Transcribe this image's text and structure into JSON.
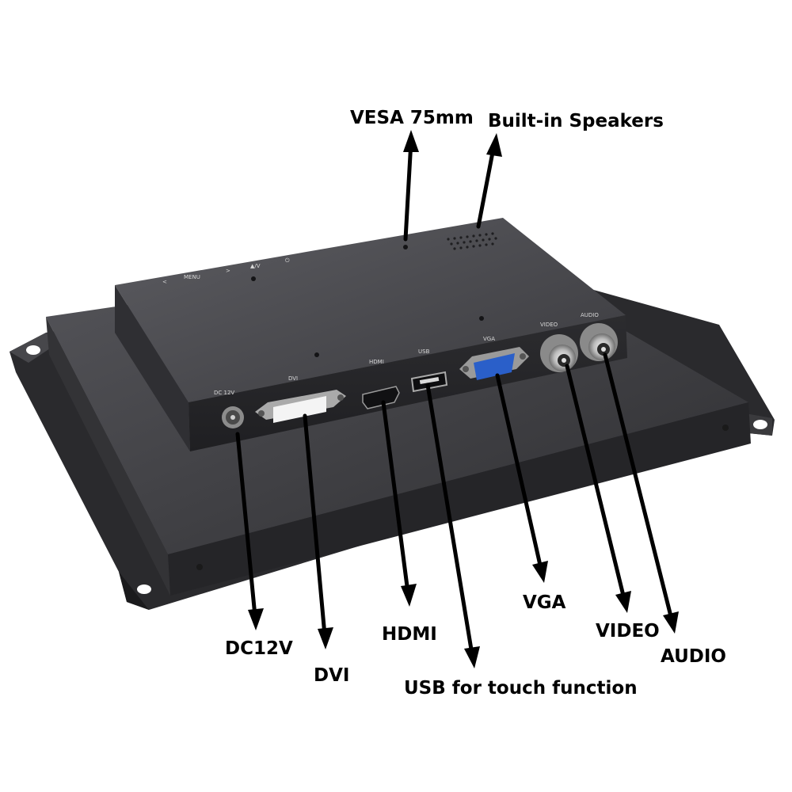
{
  "callouts": {
    "vesa": "VESA 75mm",
    "speakers": "Built-in Speakers",
    "dc12v": "DC12V",
    "dvi": "DVI",
    "hdmi": "HDMI",
    "usb": "USB for touch function",
    "vga": "VGA",
    "video": "VIDEO",
    "audio": "AUDIO"
  },
  "panel_labels": {
    "dc": "DC 12V",
    "dvi": "DVI",
    "hdmi": "HDMI",
    "usb": "USB",
    "vga": "VGA",
    "video": "VIDEO",
    "audio": "AUDIO",
    "left": "<",
    "menu": "MENU",
    "right": ">",
    "vol": "▲/V",
    "power": "⏻"
  },
  "colors": {
    "background": "#ffffff",
    "chassis": "#3c3c3f",
    "vga_port": "#2a5fc9",
    "text": "#000000"
  }
}
